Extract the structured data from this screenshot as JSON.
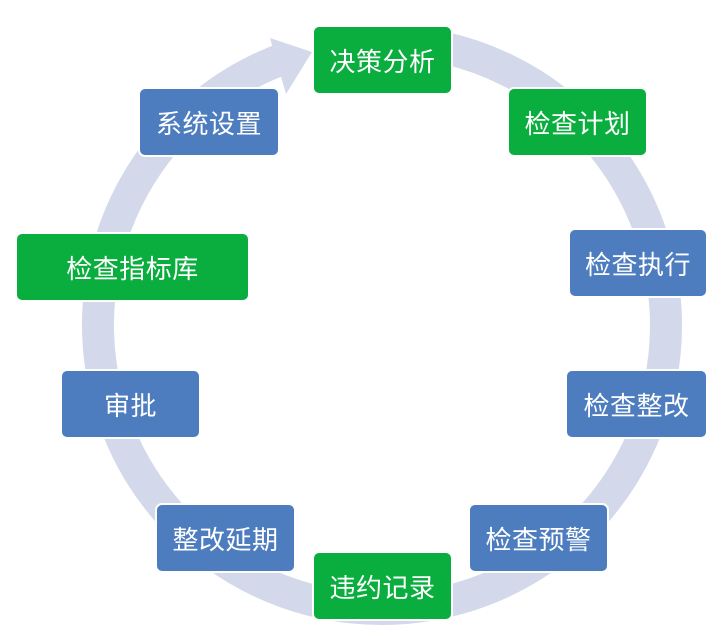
{
  "colors": {
    "green": "#0aae3e",
    "blue": "#4e7dbf",
    "ring": "#d3d9ea"
  },
  "nodes": [
    {
      "label": "决策分析",
      "color": "green"
    },
    {
      "label": "检查计划",
      "color": "green"
    },
    {
      "label": "检查执行",
      "color": "blue"
    },
    {
      "label": "检查整改",
      "color": "blue"
    },
    {
      "label": "检查预警",
      "color": "blue"
    },
    {
      "label": "违约记录",
      "color": "green"
    },
    {
      "label": "整改延期",
      "color": "blue"
    },
    {
      "label": "审批",
      "color": "blue"
    },
    {
      "label": "检查指标库",
      "color": "green"
    },
    {
      "label": "系统设置",
      "color": "blue"
    }
  ]
}
